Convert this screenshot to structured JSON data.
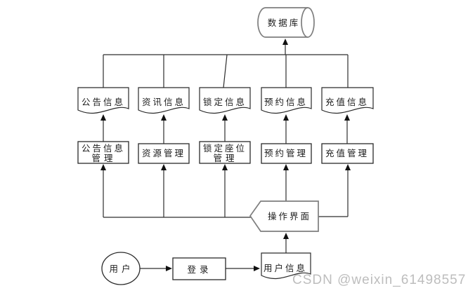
{
  "watermark": "CSDN @weixin_61498557",
  "colors": {
    "line": "#2e2e2e",
    "shape_border_dark": "#2a2a2a",
    "shape_border_gray": "#7e7e7e",
    "watermark": "#bdbdbd",
    "background": "#ffffff"
  },
  "nodes": {
    "database": {
      "label": "数据库",
      "shape": "cylinder"
    },
    "announcement_info": {
      "label": "公告信息",
      "shape": "document"
    },
    "news_info": {
      "label": "资讯信息",
      "shape": "document"
    },
    "lock_info": {
      "label": "锁定信息",
      "shape": "document"
    },
    "reservation_info": {
      "label": "预约信息",
      "shape": "document"
    },
    "recharge_info": {
      "label": "充值信息",
      "shape": "document"
    },
    "announcement_mgmt": {
      "label_line1": "公告信息",
      "label_line2": "管理",
      "shape": "rect"
    },
    "resource_mgmt": {
      "label": "资源管理",
      "shape": "rect"
    },
    "lock_seat_mgmt": {
      "label_line1": "锁定座位",
      "label_line2": "管理",
      "shape": "rect"
    },
    "reservation_mgmt": {
      "label": "预约管理",
      "shape": "rect"
    },
    "recharge_mgmt": {
      "label": "充值管理",
      "shape": "rect"
    },
    "operation_interface": {
      "label": "操作界面",
      "shape": "display"
    },
    "user": {
      "label": "用户",
      "shape": "ellipse"
    },
    "login": {
      "label": "登录",
      "shape": "rect"
    },
    "user_info": {
      "label": "用户信息",
      "shape": "document"
    }
  }
}
